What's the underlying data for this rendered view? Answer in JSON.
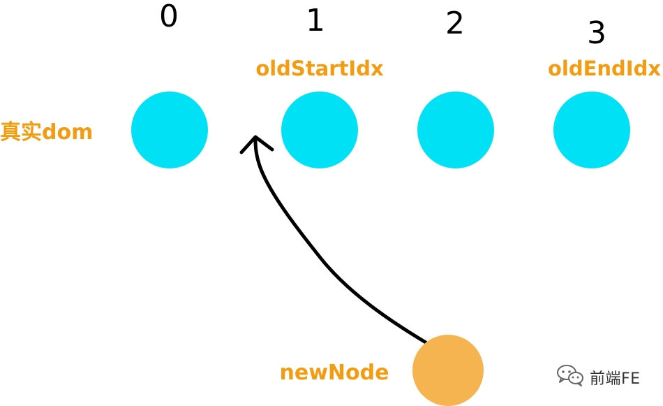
{
  "colors": {
    "dom_node_fill": "#00E1F6",
    "new_node_fill": "#F6B450",
    "label_color": "#F39C12",
    "ink": "#000000"
  },
  "indices": [
    "0",
    "1",
    "2",
    "3"
  ],
  "pointers": {
    "old_start": "oldStartIdx",
    "old_end": "oldEndIdx"
  },
  "real_dom_label": "真实dom",
  "new_node_label": "newNode",
  "watermark": {
    "icon": "wechat-chat-bubbles-icon",
    "text": "前端FE"
  }
}
